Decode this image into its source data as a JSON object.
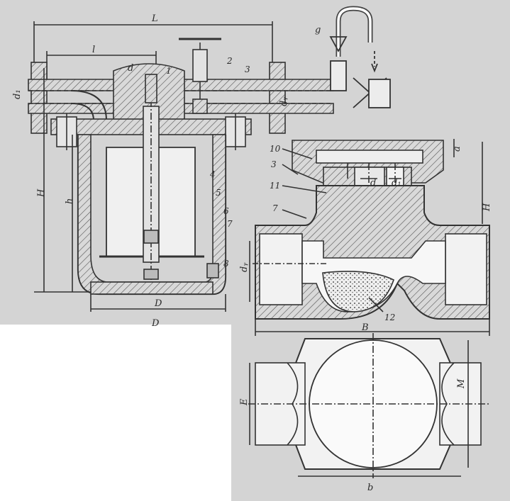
{
  "labels": {
    "L": "L",
    "l": "l",
    "d_top": "d",
    "d1_left": "d₁",
    "dy_top": "dᵧ",
    "H_left": "H",
    "h_left": "h",
    "D": "D",
    "D_bottom_cut": "D",
    "g": "g",
    "n1": "1",
    "n2": "2",
    "n3": "3",
    "n4": "4",
    "n5": "5",
    "n6": "6",
    "n7": "7",
    "n8": "8",
    "n10": "10",
    "n3b": "3",
    "n11": "11",
    "d_right": "d",
    "d1_right": "d₁",
    "a": "a",
    "H_right": "H",
    "n7b": "7",
    "dy_right": "dᵧ",
    "n12": "12",
    "B": "B",
    "E": "E",
    "M": "M",
    "b": "b"
  }
}
